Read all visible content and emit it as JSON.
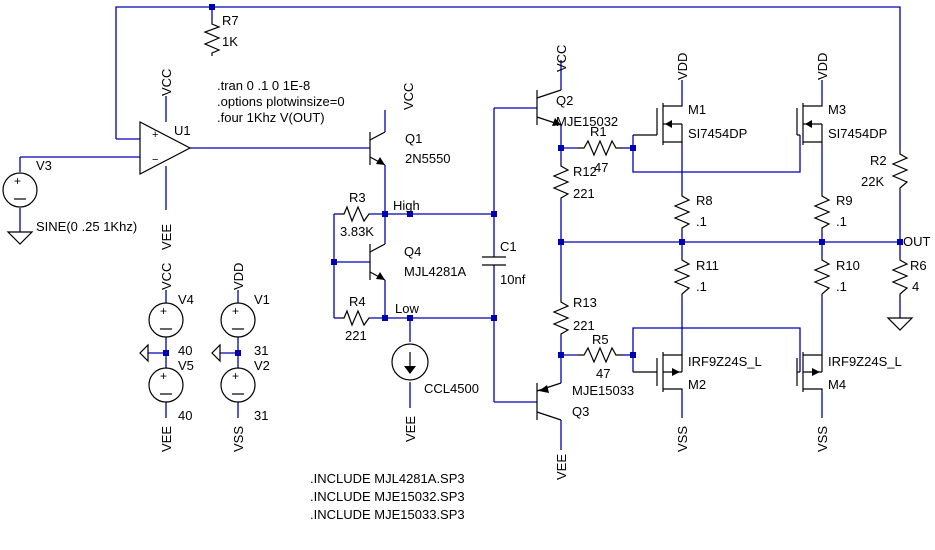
{
  "directives": {
    "spice": [
      ".tran 0 .1 0 1E-8",
      ".options plotwinsize=0",
      ".four 1Khz V(OUT)"
    ],
    "includes": [
      ".INCLUDE MJL4281A.SP3",
      ".INCLUDE MJE15032.SP3",
      ".INCLUDE MJE15033.SP3"
    ]
  },
  "opamp": {
    "name": "U1",
    "plus": "+",
    "minus": "−",
    "top_supply": "VCC",
    "bottom_supply": "VEE"
  },
  "sources": {
    "V3": {
      "name": "V3",
      "value": "SINE(0 .25 1Khz)"
    },
    "V4": {
      "name": "V4",
      "value": "40",
      "top": "VCC"
    },
    "V5": {
      "name": "V5",
      "value": "40",
      "bottom": "VEE"
    },
    "V1": {
      "name": "V1",
      "value": "31",
      "top": "VDD"
    },
    "V2": {
      "name": "V2",
      "value": "31",
      "bottom": "VSS"
    }
  },
  "resistors": {
    "R7": {
      "name": "R7",
      "value": "1K"
    },
    "R3": {
      "name": "R3",
      "value": "3.83K"
    },
    "R4": {
      "name": "R4",
      "value": "221"
    },
    "R12": {
      "name": "R12",
      "value": "221"
    },
    "R13": {
      "name": "R13",
      "value": "221"
    },
    "R1": {
      "name": "R1",
      "value": "47"
    },
    "R5": {
      "name": "R5",
      "value": "47"
    },
    "R8": {
      "name": "R8",
      "value": ".1"
    },
    "R9": {
      "name": "R9",
      "value": ".1"
    },
    "R10": {
      "name": "R10",
      "value": ".1"
    },
    "R11": {
      "name": "R11",
      "value": ".1"
    },
    "R2": {
      "name": "R2",
      "value": "22K"
    },
    "R6": {
      "name": "R6",
      "value": "4"
    }
  },
  "capacitor": {
    "name": "C1",
    "value": "10nf"
  },
  "current_source": {
    "value": "CCL4500"
  },
  "transistors": {
    "Q1": {
      "name": "Q1",
      "part": "2N5550"
    },
    "Q2": {
      "name": "Q2",
      "part": "MJE15032"
    },
    "Q3": {
      "name": "Q3",
      "part": "MJE15033"
    },
    "Q4": {
      "name": "Q4",
      "part": "MJL4281A"
    },
    "M1": {
      "name": "M1",
      "part": "SI7454DP"
    },
    "M3": {
      "name": "M3",
      "part": "SI7454DP"
    },
    "M2": {
      "name": "M2",
      "part": "IRF9Z24S_L"
    },
    "M4": {
      "name": "M4",
      "part": "IRF9Z24S_L"
    }
  },
  "nets": {
    "vcc": "VCC",
    "vee": "VEE",
    "vdd": "VDD",
    "vss": "VSS",
    "high": "High",
    "low": "Low",
    "out": "OUT"
  }
}
